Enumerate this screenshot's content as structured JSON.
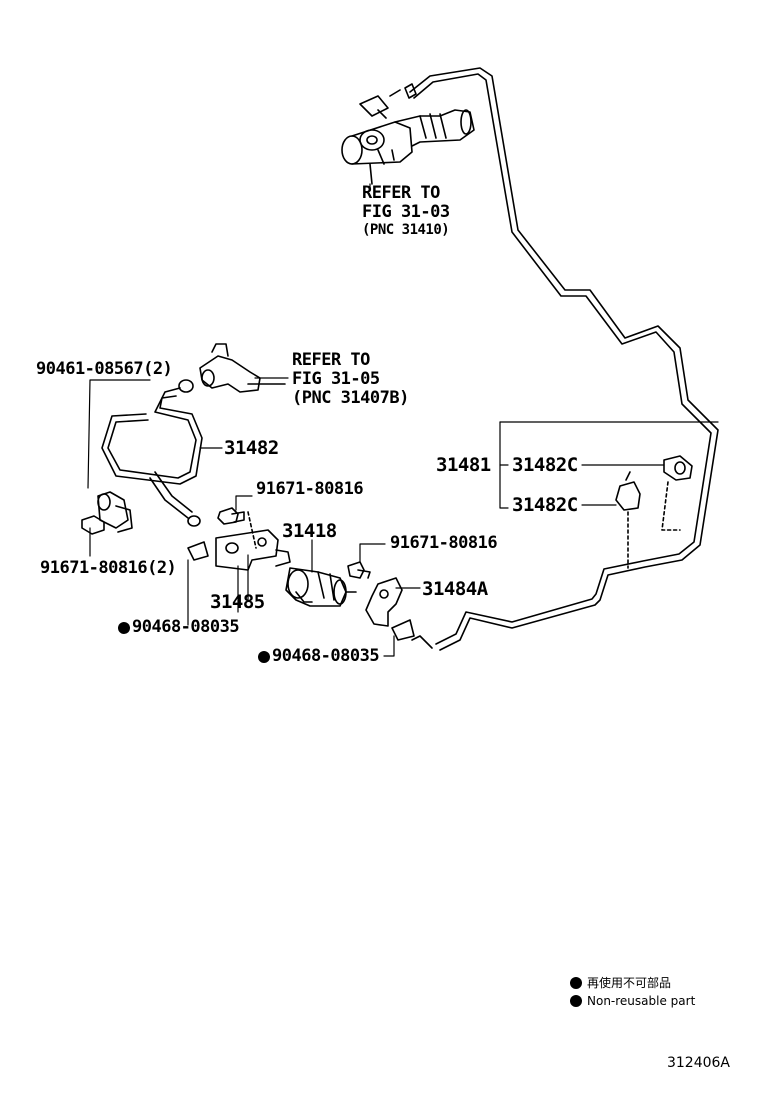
{
  "labels": {
    "refer_top_1": "REFER TO",
    "refer_top_2": "FIG 31-03",
    "refer_top_3": "(PNC 31410)",
    "refer_mid_1": "REFER TO",
    "refer_mid_2": "FIG 31-05",
    "refer_mid_3": "(PNC 31407B)",
    "p90461": "90461-08567(2)",
    "p31482": "31482",
    "p31481": "31481",
    "p31482c_a": "31482C",
    "p31482c_b": "31482C",
    "p91671_a": "91671-80816",
    "p91671_b": "91671-80816",
    "p91671_c": "91671-80816(2)",
    "p31418": "31418",
    "p31485": "31485",
    "p31484a": "31484A",
    "p90468_a": "90468-08035",
    "p90468_b": "90468-08035"
  },
  "legend": {
    "jp": "再使用不可部品",
    "en": "Non-reusable part"
  },
  "figure_code": "312406A"
}
